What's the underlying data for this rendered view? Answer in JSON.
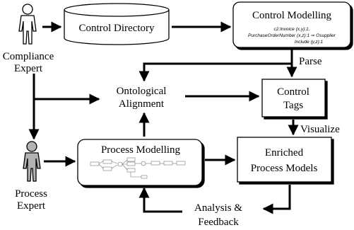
{
  "actors": {
    "compliance": {
      "line1": "Compliance",
      "line2": "Expert"
    },
    "process": {
      "line1": "Process",
      "line2": "Expert"
    }
  },
  "nodes": {
    "control_directory": "Control Directory",
    "control_modelling": "Control Modelling",
    "ontological_alignment": {
      "line1": "Ontological",
      "line2": "Alignment"
    },
    "control_tags": {
      "line1": "Control",
      "line2": "Tags"
    },
    "process_modelling": "Process Modelling",
    "enriched_models": {
      "line1": "Enriched",
      "line2": "Process Models"
    }
  },
  "control_formula": {
    "line1": "c2:Invoice  (x,y):1,",
    "line2": "PurchaseOrderNumber  (x,z):1 ⇒ Osupplier",
    "line3": "Include  (y,z):1"
  },
  "edge_labels": {
    "parse": "Parse",
    "visualize": "Visualize",
    "analysis_line1": "Analysis &",
    "analysis_line2": "Feedback"
  },
  "colors": {
    "stroke": "#000000",
    "actor_fill": "#b3b3b3",
    "background": "#ffffff"
  }
}
